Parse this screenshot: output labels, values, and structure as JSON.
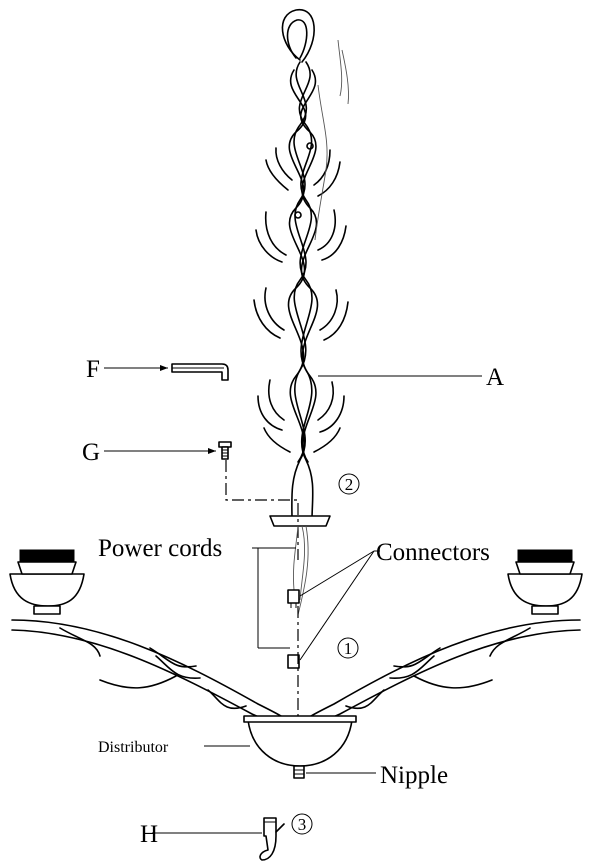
{
  "labels": {
    "part_a": "A",
    "part_f": "F",
    "part_g": "G",
    "part_h": "H",
    "power_cords": "Power cords",
    "connectors": "Connectors",
    "distributor": "Distributor",
    "nipple": "Nipple"
  },
  "steps": {
    "step1": "1",
    "step2": "2",
    "step3": "3"
  },
  "icons": {
    "allen_key": "allen-key-icon",
    "screw": "screw-icon",
    "hook": "hook-icon",
    "connector": "wire-connector-icon"
  }
}
